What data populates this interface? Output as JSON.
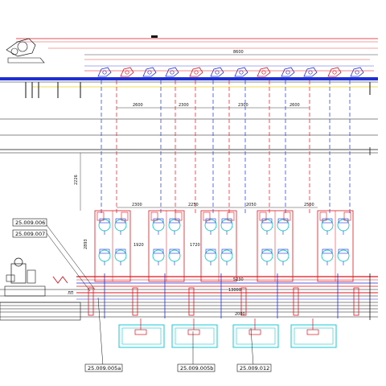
{
  "colors": {
    "blue": "#1f2fd6",
    "red": "#e0141e",
    "cyan": "#17c9d6",
    "black": "#111111",
    "yellow": "#e8d21a",
    "gray": "#8a8a8a"
  },
  "dimensions": {
    "top_overall": "8600",
    "spans": [
      "2600",
      "2300",
      "2300",
      "2600"
    ],
    "vertical_left": "2226",
    "row_spans": [
      "2300",
      "2250",
      "2050",
      "2500"
    ],
    "small_left": "2893",
    "sub_spans": [
      "1920",
      "1720"
    ],
    "lower_center": "13000",
    "lower_left": "5230",
    "bottom": "2000"
  },
  "tags": {
    "t1": "25.009.006",
    "t2": "25.009.007",
    "t3": "25.009.005a",
    "t4": "25.009.005b",
    "t5": "25.009.012"
  },
  "small_label": "ЛП",
  "icons": [
    "machine-logo-icon"
  ]
}
